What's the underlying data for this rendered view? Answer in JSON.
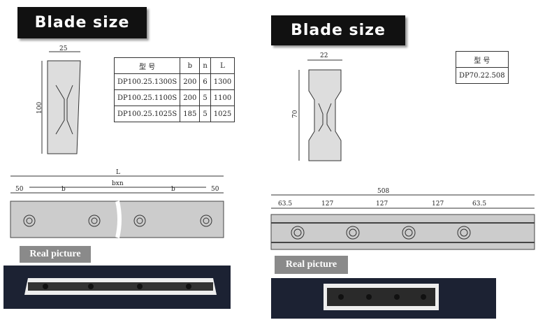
{
  "left": {
    "title": "Blade size",
    "dim_width": "25",
    "dim_height": "100",
    "table": {
      "headers": [
        "型 号",
        "b",
        "n",
        "L"
      ],
      "rows": [
        [
          "DP100.25.1300S",
          "200",
          "6",
          "1300"
        ],
        [
          "DP100.25.1100S",
          "200",
          "5",
          "1100"
        ],
        [
          "DP100.25.1025S",
          "185",
          "5",
          "1025"
        ]
      ]
    },
    "strip": {
      "total": "L",
      "span": "bxn",
      "end_left": "50",
      "b1": "b",
      "b2": "b",
      "end_right": "50"
    },
    "real_label": "Real picture"
  },
  "right": {
    "title": "Blade size",
    "dim_width": "22",
    "dim_height": "70",
    "table": {
      "header": "型 号",
      "model": "DP70.22.508"
    },
    "strip": {
      "total": "508",
      "end_left": "63.5",
      "s1": "127",
      "s2": "127",
      "s3": "127",
      "end_right": "63.5"
    },
    "real_label": "Real picture"
  }
}
